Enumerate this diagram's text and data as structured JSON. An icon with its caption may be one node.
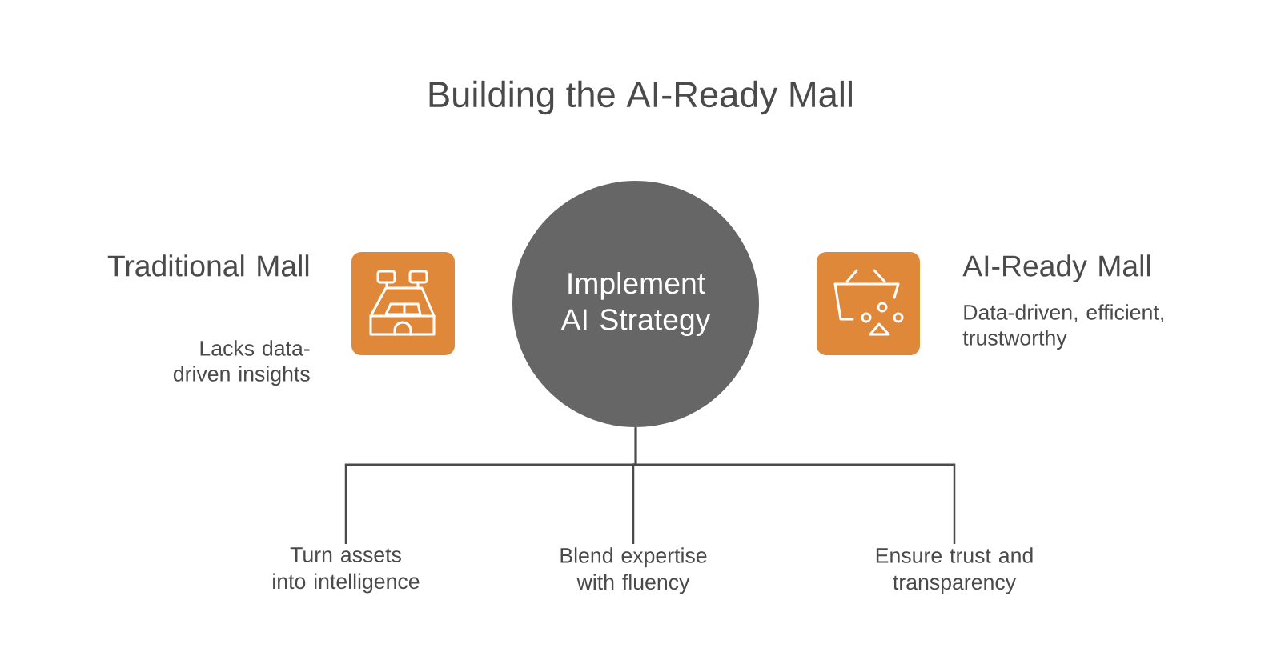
{
  "diagram": {
    "title": "Building the AI-Ready Mall",
    "nodes": [
      {
        "text": [
          "Implement AI Strategy"
        ]
      },
      {
        "text": [
          "Turn assets into intelligence"
        ]
      },
      {
        "text": [
          "Blend expertise with fluency"
        ]
      },
      {
        "text": [
          "Ensure trust and transparency"
        ]
      }
    ],
    "edges": [
      {
        "from": 0,
        "to": 1,
        "arrow": "none"
      },
      {
        "from": 0,
        "to": 2,
        "arrow": "none"
      },
      {
        "from": 0,
        "to": 3,
        "arrow": "none"
      }
    ],
    "labels": [
      "Traditional Mall",
      "Lacks data-driven insights",
      "AI-Ready Mall",
      "Data-driven, efficient, trustworthy"
    ]
  }
}
